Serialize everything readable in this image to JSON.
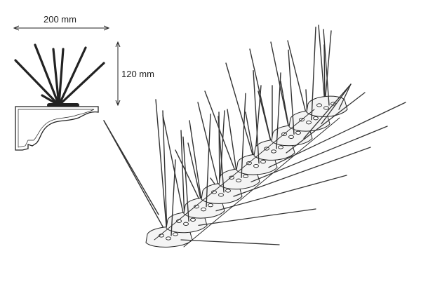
{
  "diagram": {
    "width_label": "200 mm",
    "height_label": "120 mm",
    "colors": {
      "line": "#222222",
      "spike": "#333333",
      "base_fill": "#f4f4f4",
      "background": "#ffffff"
    },
    "parts": {
      "side_profile": "bird-spike-strip-side-view",
      "perspective_view": "bird-spike-strip-perspective-view"
    }
  }
}
